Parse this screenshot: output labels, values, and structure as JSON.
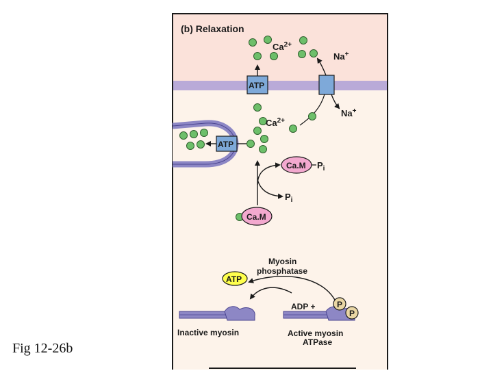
{
  "caption": "Fig 12-26b",
  "panel_title": "(b) Relaxation",
  "labels": {
    "ca_top": "Ca",
    "ca_top_sup": "2+",
    "ca_mid": "Ca",
    "ca_mid_sup": "2+",
    "na_top": "Na",
    "na_top_sup": "+",
    "na_bottom": "Na",
    "na_bottom_sup": "+",
    "atp_membrane": "ATP",
    "atp_sr": "ATP",
    "cam_top": "Ca.M",
    "pi_top": "Pi",
    "pi_top_main": "P",
    "pi_top_sub": "i",
    "pi_mid_main": "P",
    "pi_mid_sub": "i",
    "cam_bottom": "Ca.M",
    "myosin_phosphatase_line1": "Myosin",
    "myosin_phosphatase_line2": "phosphatase",
    "atp_yellow": "ATP",
    "adp_plus": "ADP +",
    "p1": "P",
    "p2": "P",
    "inactive_myosin": "Inactive myosin",
    "active_myosin_line1": "Active myosin",
    "active_myosin_line2": "ATPase"
  },
  "colors": {
    "extracellular": "#fbe2da",
    "cytoplasm": "#fdf3ea",
    "membrane": "#b9aad8",
    "pump": "#7ea9d9",
    "calcium": "#6dbf6a",
    "calmodulin": "#f3a9cf",
    "atp_yellow": "#ffff4d",
    "phosphate": "#e9d6a4",
    "myosin": "#8d87c5",
    "sr": "#8d87c5"
  }
}
